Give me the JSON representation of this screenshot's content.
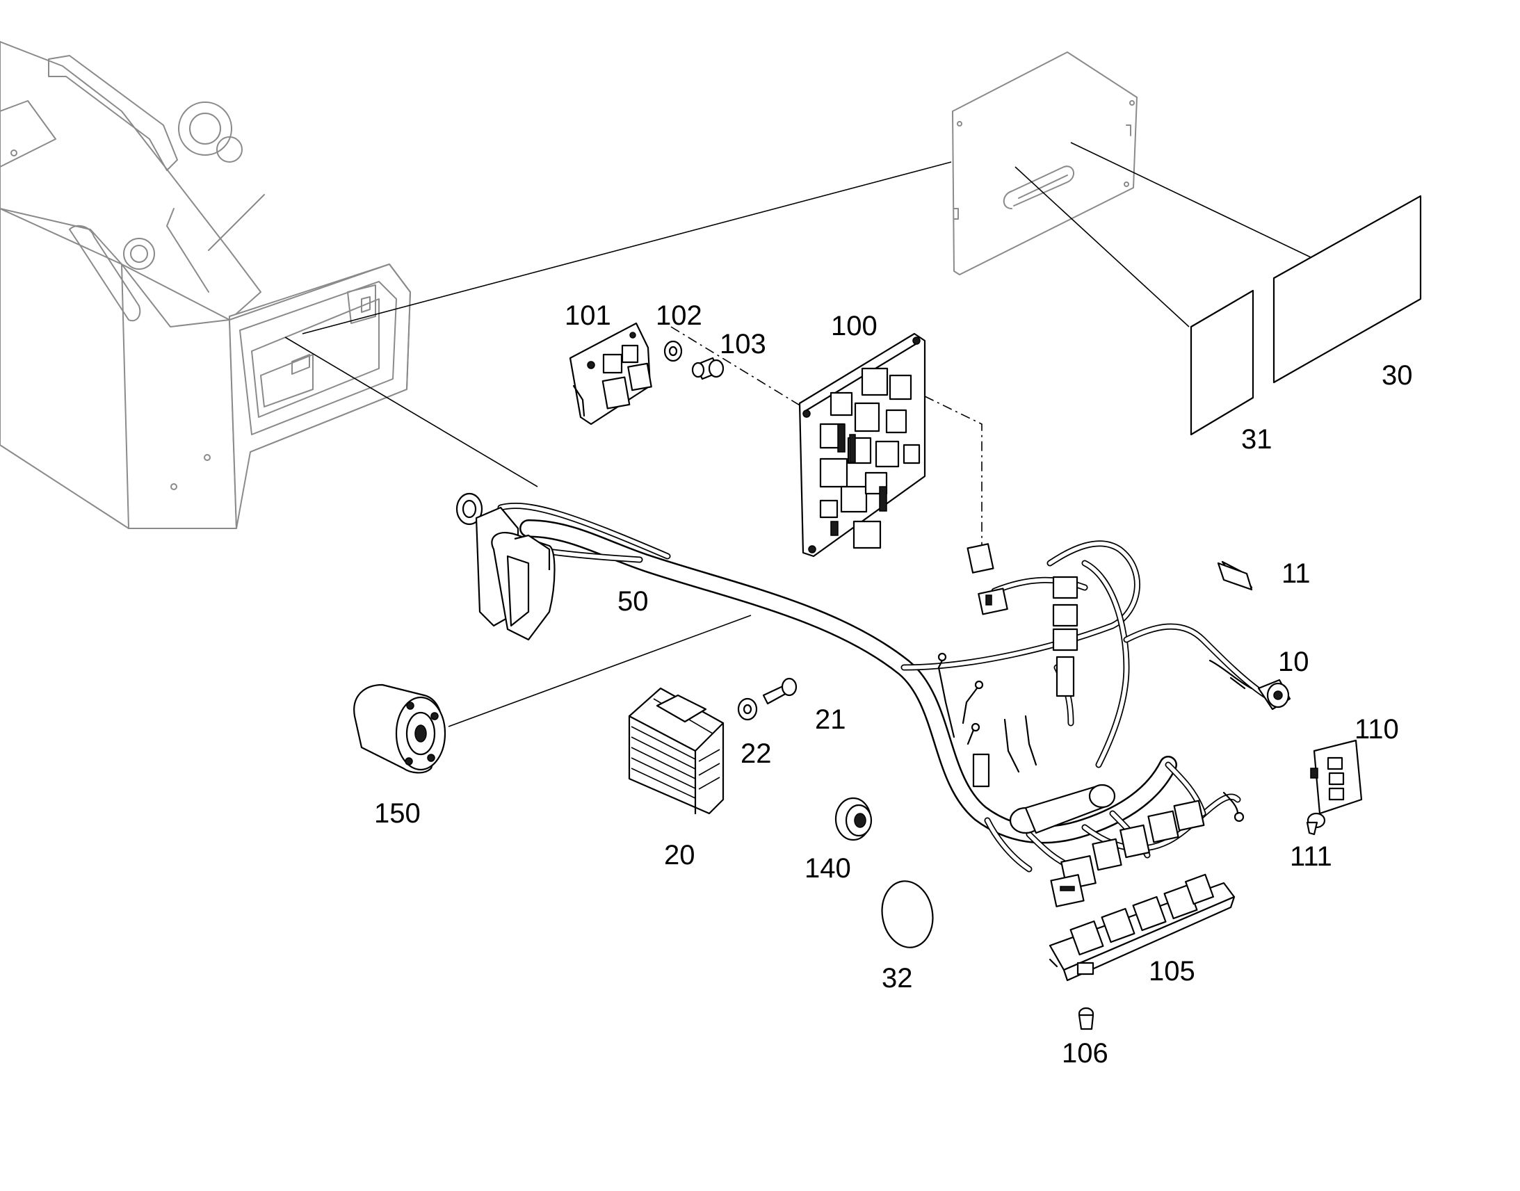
{
  "diagram": {
    "labels": {
      "p10": "10",
      "p11": "11",
      "p20": "20",
      "p21": "21",
      "p22": "22",
      "p30": "30",
      "p31": "31",
      "p32": "32",
      "p50": "50",
      "p100": "100",
      "p101": "101",
      "p102": "102",
      "p103": "103",
      "p105": "105",
      "p106": "106",
      "p110": "110",
      "p111": "111",
      "p140": "140",
      "p150": "150"
    }
  }
}
